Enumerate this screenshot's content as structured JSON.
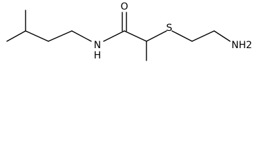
{
  "molecule": {
    "atoms": {
      "oxygen": "O",
      "nitrogen": "N",
      "nitrogen_hydrogen": "H",
      "sulfur": "S",
      "amine": "NH2"
    }
  },
  "colors": {
    "bond": "#000000",
    "text": "#000000",
    "background": "#ffffff"
  }
}
